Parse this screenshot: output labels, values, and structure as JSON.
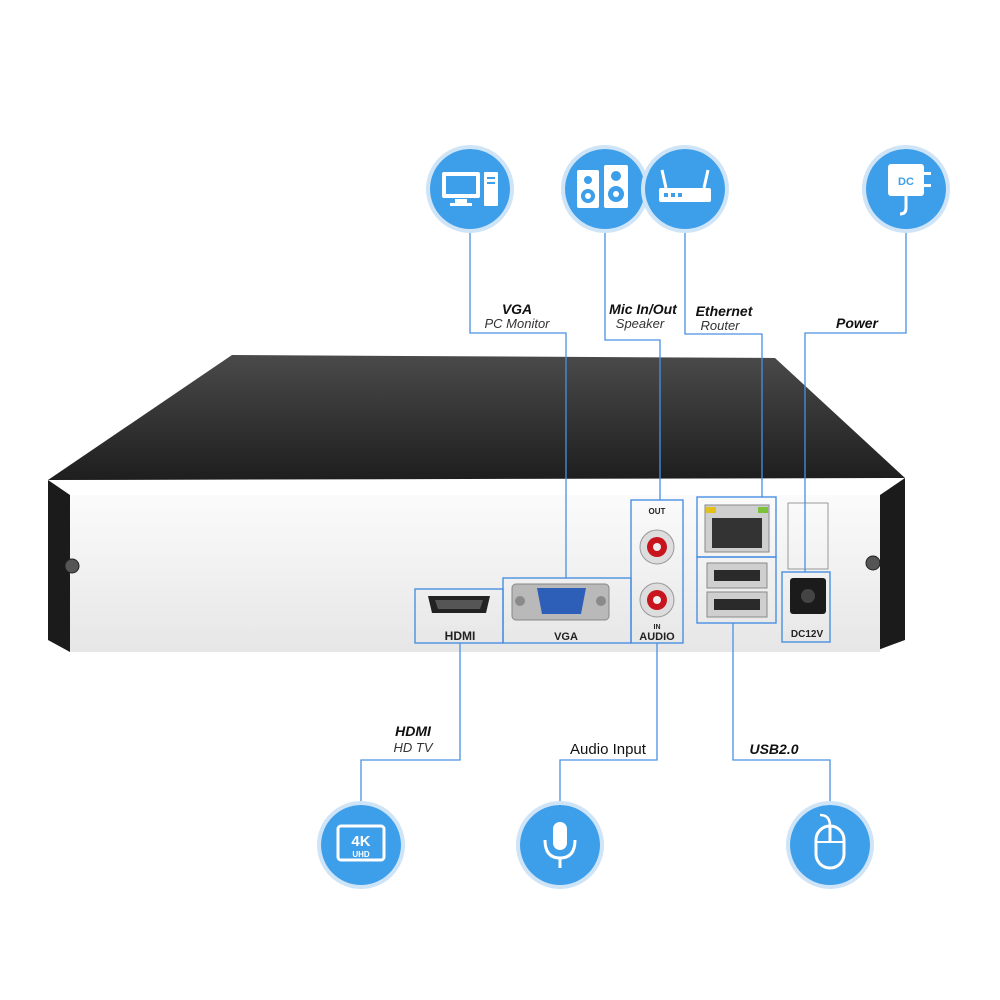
{
  "top_callouts": {
    "vga": {
      "title": "VGA",
      "subtitle": "PC  Monitor",
      "icon": "monitor-pc-icon"
    },
    "mic": {
      "title": "Mic  In/Out",
      "subtitle": "Speaker",
      "icon": "speaker-icon"
    },
    "ethernet": {
      "title": "Ethernet",
      "subtitle": "Router",
      "icon": "router-icon"
    },
    "power": {
      "title": "Power",
      "icon": "dc-adapter-icon",
      "icon_text": "DC"
    }
  },
  "bottom_callouts": {
    "hdmi": {
      "title": "HDMI",
      "subtitle": "HD  TV",
      "icon": "4k-uhd-icon",
      "icon_text_main": "4K",
      "icon_text_sub": "UHD"
    },
    "audio": {
      "title": "Audio Input",
      "icon": "microphone-icon"
    },
    "usb": {
      "title": "USB2.0",
      "icon": "mouse-icon"
    }
  },
  "panel_labels": {
    "hdmi": "HDMI",
    "vga": "VGA",
    "audio": "AUDIO",
    "audio_out": "OUT",
    "audio_in": "IN",
    "dc": "DC12V"
  },
  "colors": {
    "accent": "#3d9ee9",
    "leader_line": "#4a90e2",
    "chassis_top": "#2b2b2b",
    "front_panel": "#f4f4f4"
  }
}
